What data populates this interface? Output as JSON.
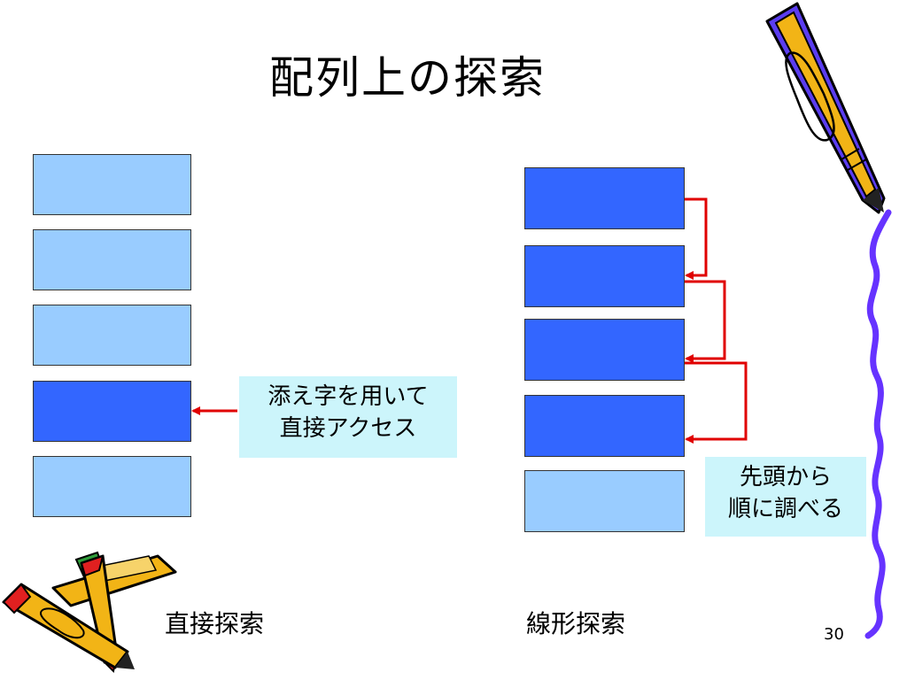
{
  "title": "配列上の探索",
  "direct": {
    "cells": [
      "light",
      "light",
      "light",
      "dark",
      "light"
    ],
    "callout_lines": [
      "添え字を用いて",
      "直接アクセス"
    ],
    "caption": "直接探索"
  },
  "linear": {
    "cells": [
      "dark",
      "dark",
      "dark",
      "dark",
      "light"
    ],
    "callout_lines": [
      "先頭から",
      "順に調べる"
    ],
    "caption": "線形探索"
  },
  "page_number": "30",
  "colors": {
    "cell_light": "#99ccff",
    "cell_dark": "#3366ff",
    "arrow": "#e00000",
    "callout_bg": "#ccf5fb",
    "border_squiggle": "#6633ff"
  },
  "decorations": [
    "pencil-clipart-top-right",
    "pencils-clipart-bottom-left",
    "purple-wavy-border-right"
  ]
}
